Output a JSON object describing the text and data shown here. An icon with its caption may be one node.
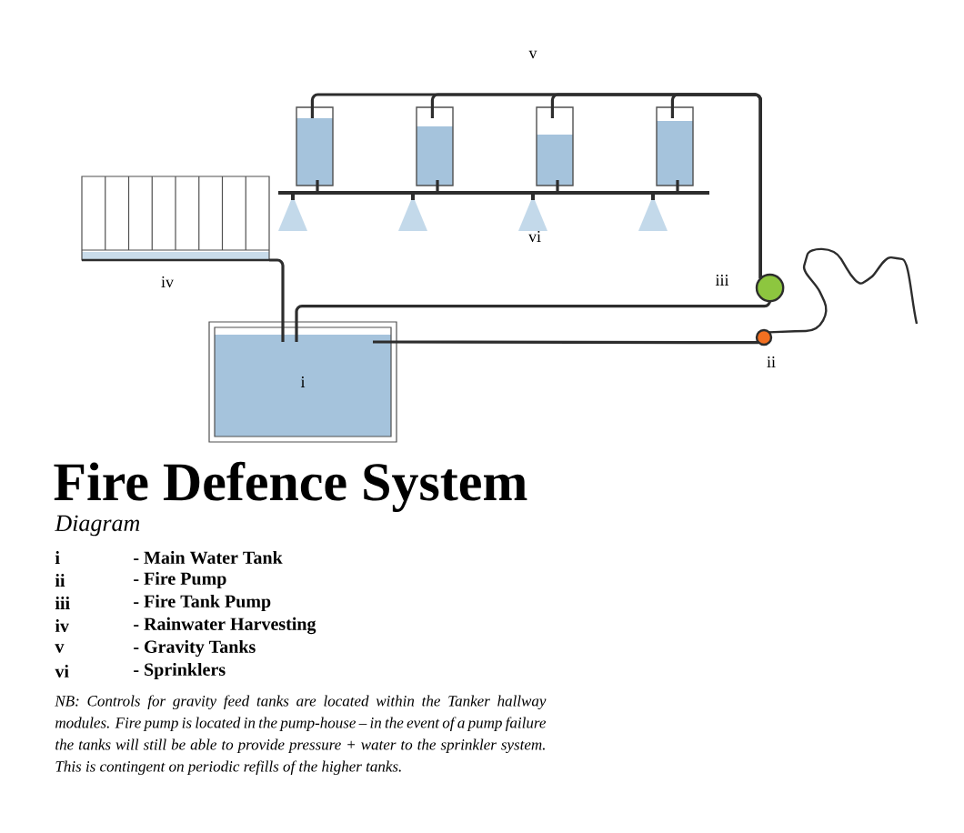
{
  "diagram": {
    "title": "Fire Defence System",
    "nodes": [
      {
        "text": [],
        "shape": "box"
      },
      {
        "text": [],
        "shape": "box"
      },
      {
        "text": [],
        "shape": "box"
      },
      {
        "text": [],
        "shape": "box"
      },
      {
        "text": [],
        "shape": "bar"
      },
      {
        "text": [],
        "shape": "box",
        "beside": [
          "iv"
        ]
      },
      {
        "text": [],
        "shape": "circle",
        "beside": [
          "iii"
        ]
      },
      {
        "text": [
          "i"
        ]
      },
      {
        "text": [],
        "shape": "circle",
        "beside": [
          "ii"
        ]
      }
    ],
    "edges": [
      {
        "from": 0,
        "to": 4,
        "arrow": "none"
      },
      {
        "from": 1,
        "to": 4,
        "arrow": "none"
      },
      {
        "from": 2,
        "to": 4,
        "arrow": "none"
      },
      {
        "from": 3,
        "to": 4,
        "arrow": "none"
      },
      {
        "from": 5,
        "to": 7,
        "arrow": "none"
      },
      {
        "from": 7,
        "to": 6,
        "arrow": "none"
      },
      {
        "from": 6,
        "to": 0,
        "arrow": "none"
      },
      {
        "from": 6,
        "to": 1,
        "arrow": "none"
      },
      {
        "from": 6,
        "to": 2,
        "arrow": "none"
      },
      {
        "from": 6,
        "to": 3,
        "arrow": "none"
      },
      {
        "from": 7,
        "to": 8,
        "arrow": "none"
      },
      {
        "from": 8,
        "to": null,
        "arrow": "none"
      }
    ],
    "labels": [
      "v",
      "vi",
      "Diagram",
      "i",
      "- Main Water Tank",
      "ii",
      "- Fire Pump",
      "iii",
      "- Fire Tank Pump",
      "iv",
      "- Rainwater Harvesting",
      "v",
      "- Gravity Tanks",
      "vi",
      "- Sprinklers",
      "NB: Controls for gravity feed tanks are located within the Tanker hallway modules. Fire pump is located in the pump-house – in the event of a pump failure the tanks will still be able to provide pressure + water to the sprinkler system. This is contingent on periodic refills of the higher tanks."
    ]
  }
}
